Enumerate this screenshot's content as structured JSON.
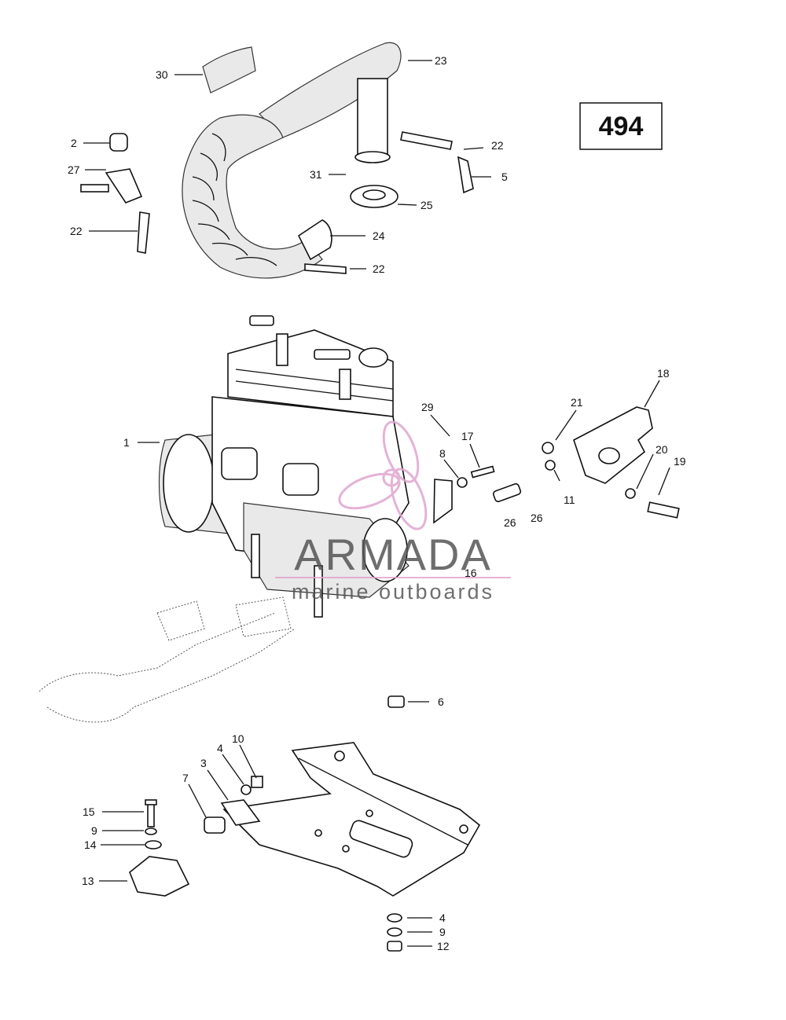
{
  "page_number": "494",
  "watermark": {
    "brand": "ARMADA",
    "tagline": "marine outboards",
    "color": "#e0a6cf"
  },
  "callouts": {
    "c1": "1",
    "c2": "2",
    "c3": "3",
    "c4a": "4",
    "c4b": "4",
    "c5": "5",
    "c6": "6",
    "c7": "7",
    "c8": "8",
    "c9a": "9",
    "c9b": "9",
    "c10": "10",
    "c11": "11",
    "c12": "12",
    "c13": "13",
    "c14": "14",
    "c15": "15",
    "c16": "16",
    "c17": "17",
    "c18": "18",
    "c19": "19",
    "c20": "20",
    "c21": "21",
    "c22a": "22",
    "c22b": "22",
    "c22c": "22",
    "c23": "23",
    "c24": "24",
    "c25": "25",
    "c26a": "26",
    "c26b": "26",
    "c27": "27",
    "c29": "29",
    "c30": "30",
    "c31": "31"
  }
}
